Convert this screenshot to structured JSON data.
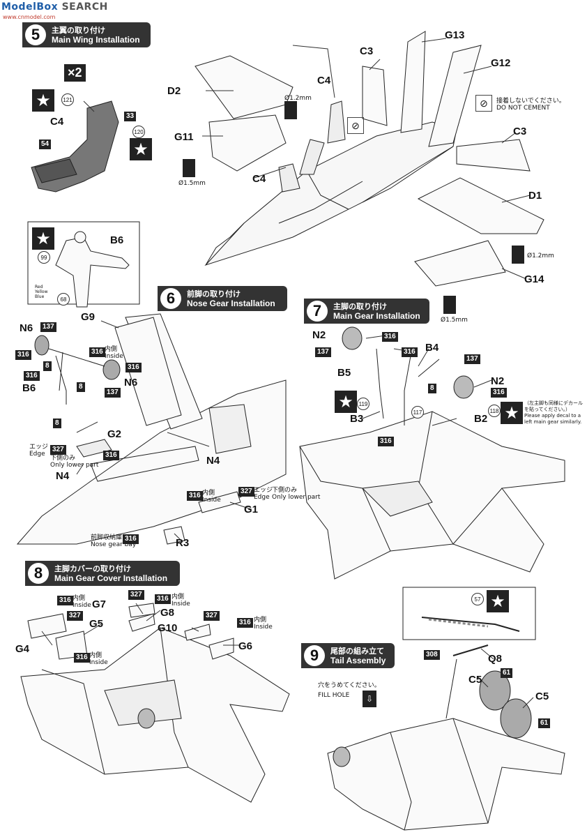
{
  "watermark": {
    "part1": "ModelBox",
    "part2": "SEARCH",
    "url": "www.cnmodel.com"
  },
  "steps": [
    {
      "num": "5",
      "jp": "主翼の取り付け",
      "en": "Main Wing Installation"
    },
    {
      "num": "6",
      "jp": "前脚の取り付け",
      "en": "Nose Gear Installation"
    },
    {
      "num": "7",
      "jp": "主脚の取り付け",
      "en": "Main Gear Installation"
    },
    {
      "num": "8",
      "jp": "主脚カバーの取り付け",
      "en": "Main Gear Cover Installation"
    },
    {
      "num": "9",
      "jp": "尾部の組み立て",
      "en": "Tail Assembly"
    }
  ],
  "step5": {
    "x2": "×2",
    "labels": {
      "c4a": "C4",
      "c4b": "C4",
      "c4c": "C4",
      "c3a": "C3",
      "c3b": "C3",
      "d1": "D1",
      "d2": "D2",
      "g11": "G11",
      "g12": "G12",
      "g13": "G13",
      "g14": "G14"
    },
    "paints": {
      "p33": "33",
      "p54": "54"
    },
    "circles": {
      "c121": "121",
      "c120": "120"
    },
    "drills": {
      "d12a": "Ø1.2mm",
      "d15a": "Ø1.5mm",
      "d12b": "Ø1.2mm",
      "d15b": "Ø1.5mm"
    },
    "donot_jp": "接着しないでください。",
    "donot_en": "DO NOT CEMENT"
  },
  "step6": {
    "labels": {
      "b6a": "B6",
      "b6b": "B6",
      "n6a": "N6",
      "n6b": "N6",
      "g9": "G9",
      "g2": "G2",
      "n4a": "N4",
      "n4b": "N4",
      "g1": "G1",
      "r3": "R3",
      "e8a": "8",
      "e8b": "8",
      "e8c": "8"
    },
    "circles": {
      "c99": "99",
      "c68": "68"
    },
    "colors": {
      "red": "Red",
      "yellow": "Yellow",
      "blue": "Blue"
    },
    "paints": {
      "p137a": "137",
      "p137b": "137",
      "p316a": "316",
      "p316b": "316",
      "p316c": "316",
      "p316d": "316",
      "p316e": "316",
      "p316f": "316",
      "p316g": "316",
      "p327a": "327",
      "p327b": "327"
    },
    "inside_jp": "内側",
    "inside_en": "Inside",
    "edge_jp": "エッジ",
    "edge_en": "Edge",
    "lower_jp": "下側のみ",
    "lower_en": "Only lower part",
    "bay_jp": "前脚収納庫",
    "bay_en": "Nose gear bay"
  },
  "step7": {
    "labels": {
      "n2a": "N2",
      "n2b": "N2",
      "b5": "B5",
      "b4": "B4",
      "b3": "B3",
      "b2": "B2",
      "e8": "8"
    },
    "paints": {
      "p316a": "316",
      "p316b": "316",
      "p316c": "316",
      "p316d": "316",
      "p137a": "137",
      "p137b": "137"
    },
    "circles": {
      "c119": "119",
      "c117": "117",
      "c118": "118"
    },
    "note_jp": "（左主脚も同様にデカールを貼ってください。）",
    "note_en": "Please apply decal to a left main gear similarly."
  },
  "step8": {
    "labels": {
      "g4": "G4",
      "g5": "G5",
      "g7": "G7",
      "g8": "G8",
      "g10": "G10",
      "g6": "G6"
    },
    "paints": {
      "p316a": "316",
      "p316b": "316",
      "p316c": "316",
      "p316d": "316",
      "p327a": "327",
      "p327b": "327",
      "p327c": "327"
    },
    "inside_jp": "内側",
    "inside_en": "Inside"
  },
  "step9": {
    "labels": {
      "q8": "Q8",
      "c5a": "C5",
      "c5b": "C5"
    },
    "paints": {
      "p308": "308",
      "p61a": "61",
      "p61b": "61"
    },
    "circles": {
      "c57": "57"
    },
    "fill_jp": "穴をうめてください。",
    "fill_en": "FILL HOLE"
  }
}
